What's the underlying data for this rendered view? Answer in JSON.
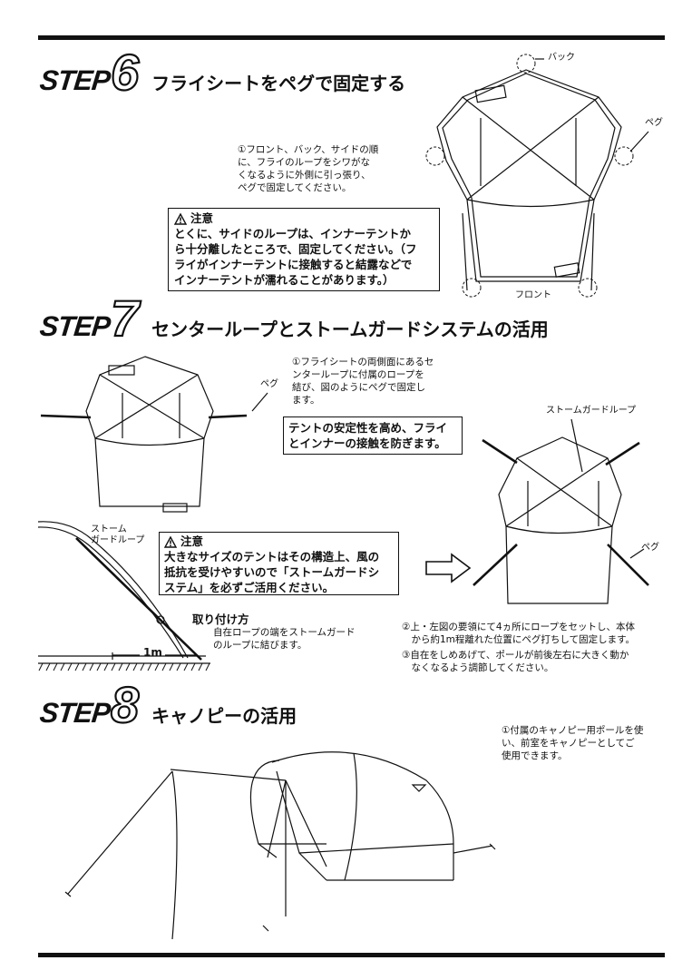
{
  "step6": {
    "word": "STEP",
    "num": "6",
    "title": "フライシートをペグで固定する",
    "instruction": "①フロント、バック、サイドの順\nに、フライのループをシワがな\nくなるように外側に引っ張り、\nペグで固定してください。",
    "caution_title": "注意",
    "caution_body": "とくに、サイドのループは、インナーテントか\nら十分離したところで、固定してください。（フ\nライがインナーテントに接触すると結露などで\nインナーテントが濡れることがあります。）",
    "label_back": "バック",
    "label_peg": "ペグ",
    "label_front": "フロント"
  },
  "step7": {
    "word": "STEP",
    "num": "7",
    "title": "センターループとストームガードシステムの活用",
    "instruction": "①フライシートの両側面にあるセ\nンターループに付属のロープを\n結び、図のようにペグで固定し\nます。",
    "label_peg_left": "ペグ",
    "stability": "テントの安定性を高め、フライ\nとインナーの接触を防ぎます。",
    "label_storm_loop": "ストームガードループ",
    "label_peg_right": "ペグ",
    "label_storm_loop_side": "ストーム\nガードループ",
    "caution_title": "注意",
    "caution_body": "大きなサイズのテントはその構造上、風の\n抵抗を受けやすいので「ストームガードシ\nステム」を必ずご活用ください。",
    "attach_title": "取り付け方",
    "attach_body": "自在ロープの端をストームガード\nのループに結びます。",
    "dim": "1m",
    "note2": "②上・左図の要領にて4ヵ所にロープをセットし、本体\n　から約1m程離れた位置にペグ打ちして固定します。",
    "note3": "③自在をしめあげて、ポールが前後左右に大きく動か\n　なくなるよう調節してください。"
  },
  "step8": {
    "word": "STEP",
    "num": "8",
    "title": "キャノピーの活用",
    "instruction": "①付属のキャノピー用ポールを使\nい、前室をキャノピーとしてご\n使用できます。"
  }
}
